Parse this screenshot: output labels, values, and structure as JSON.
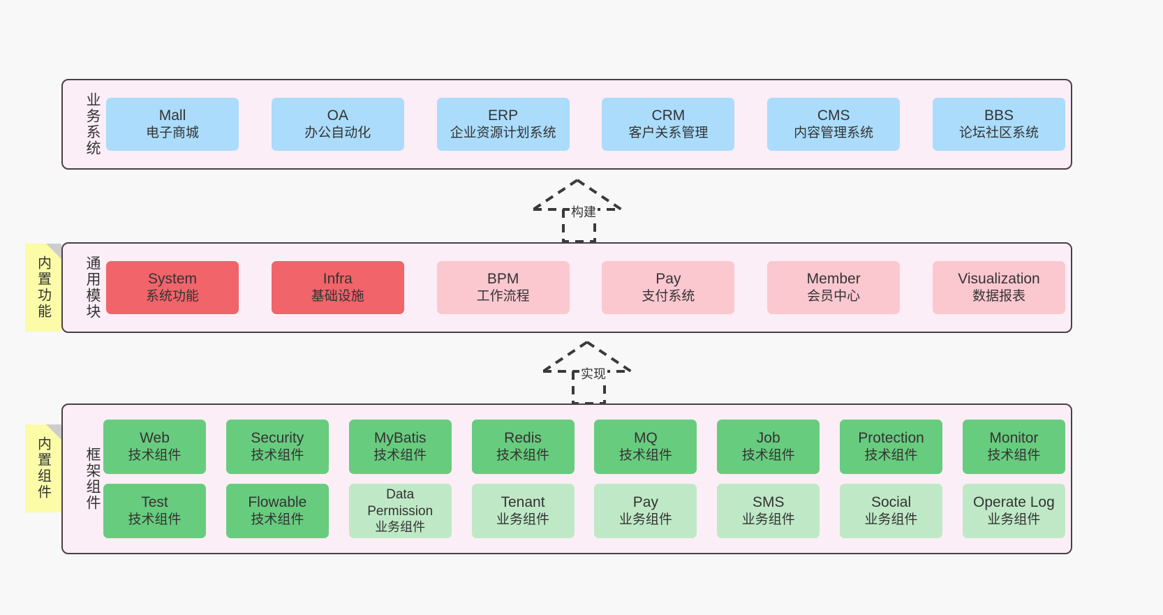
{
  "layers": {
    "business": {
      "title": "业务系统",
      "cards": [
        {
          "name": "Mall",
          "desc": "电子商城"
        },
        {
          "name": "OA",
          "desc": "办公自动化"
        },
        {
          "name": "ERP",
          "desc": "企业资源计划系统"
        },
        {
          "name": "CRM",
          "desc": "客户关系管理"
        },
        {
          "name": "CMS",
          "desc": "内容管理系统"
        },
        {
          "name": "BBS",
          "desc": "论坛社区系统"
        }
      ]
    },
    "common": {
      "title": "通用模块",
      "cards": [
        {
          "name": "System",
          "desc": "系统功能",
          "color": "#f0646a"
        },
        {
          "name": "Infra",
          "desc": "基础设施",
          "color": "#f0646a"
        },
        {
          "name": "BPM",
          "desc": "工作流程",
          "color": "#fbc8d0"
        },
        {
          "name": "Pay",
          "desc": "支付系统",
          "color": "#fbc8d0"
        },
        {
          "name": "Member",
          "desc": "会员中心",
          "color": "#fbc8d0"
        },
        {
          "name": "Visualization",
          "desc": "数据报表",
          "color": "#fbc8d0"
        }
      ]
    },
    "framework": {
      "title": "框架组件",
      "rows": [
        [
          {
            "name": "Web",
            "desc": "技术组件",
            "color": "#68cc7e"
          },
          {
            "name": "Security",
            "desc": "技术组件",
            "color": "#68cc7e"
          },
          {
            "name": "MyBatis",
            "desc": "技术组件",
            "color": "#68cc7e"
          },
          {
            "name": "Redis",
            "desc": "技术组件",
            "color": "#68cc7e"
          },
          {
            "name": "MQ",
            "desc": "技术组件",
            "color": "#68cc7e"
          },
          {
            "name": "Job",
            "desc": "技术组件",
            "color": "#68cc7e"
          },
          {
            "name": "Protection",
            "desc": "技术组件",
            "color": "#68cc7e"
          },
          {
            "name": "Monitor",
            "desc": "技术组件",
            "color": "#68cc7e"
          }
        ],
        [
          {
            "name": "Test",
            "desc": "技术组件",
            "color": "#68cc7e"
          },
          {
            "name": "Flowable",
            "desc": "技术组件",
            "color": "#68cc7e"
          },
          {
            "name": "Data Permission",
            "desc": "业务组件",
            "color": "#bfe9c6"
          },
          {
            "name": "Tenant",
            "desc": "业务组件",
            "color": "#bfe9c6"
          },
          {
            "name": "Pay",
            "desc": "业务组件",
            "color": "#bfe9c6"
          },
          {
            "name": "SMS",
            "desc": "业务组件",
            "color": "#bfe9c6"
          },
          {
            "name": "Social",
            "desc": "业务组件",
            "color": "#bfe9c6"
          },
          {
            "name": "Operate Log",
            "desc": "业务组件",
            "color": "#bfe9c6"
          }
        ]
      ]
    }
  },
  "sticky_notes": [
    {
      "text": "内置功能"
    },
    {
      "text": "内置组件"
    }
  ],
  "arrows": [
    {
      "label": "构建"
    },
    {
      "label": "实现"
    }
  ],
  "colors": {
    "business_card": "#abdcfb",
    "layer_background": "#fbeef6",
    "layer_border": "#4a3f46",
    "sticky": "#fbfba8",
    "sticky_fold": "#cdcdcd",
    "page_background": "#f8f8f8",
    "arrow": "#3a3a3a"
  }
}
